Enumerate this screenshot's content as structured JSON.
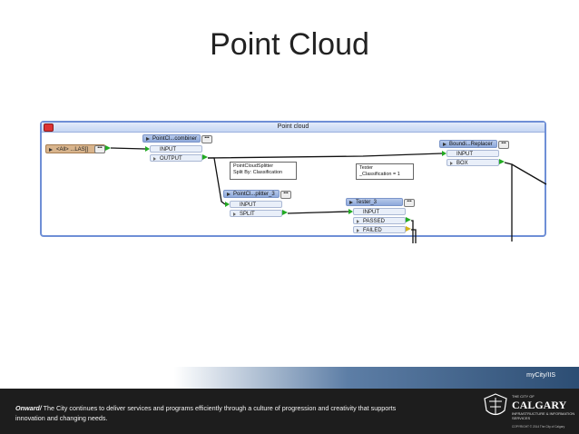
{
  "slide": {
    "title": "Point Cloud"
  },
  "workspace": {
    "canvas_title": "Point cloud",
    "reader": {
      "label": "<All> ...LAS]]"
    },
    "combiner": {
      "title": "PointCl...combiner",
      "input": "INPUT",
      "output": "OUTPUT"
    },
    "splitter_note": {
      "line1": "PointCloudSplitter",
      "line2": "Split By: Classification"
    },
    "splitter": {
      "title": "PointCl...plitter_3",
      "input": "INPUT",
      "split": "SPLIT"
    },
    "tester_note": {
      "line1": "Tester",
      "line2": "_Classification = 1"
    },
    "tester": {
      "title": "Tester_3",
      "input": "INPUT",
      "passed": "PASSED",
      "failed": "FAILED"
    },
    "replacer": {
      "title": "Boundi...Replacer",
      "input": "INPUT",
      "box": "BOX"
    },
    "dots": "•••"
  },
  "footer": {
    "mycity": "myCity/IIS",
    "onward_bold": "Onward/",
    "onward_text": " The City continues to deliver services and programs efficiently through a culture of progression and creativity that supports innovation and changing needs.",
    "logo_line1": "THE CITY OF",
    "logo_line2": "CALGARY",
    "logo_line3": "INFRASTRUCTURE & INFORMATION SERVICES",
    "logo_line4": "COPYRIGHT © 2014 The City of Calgary"
  }
}
